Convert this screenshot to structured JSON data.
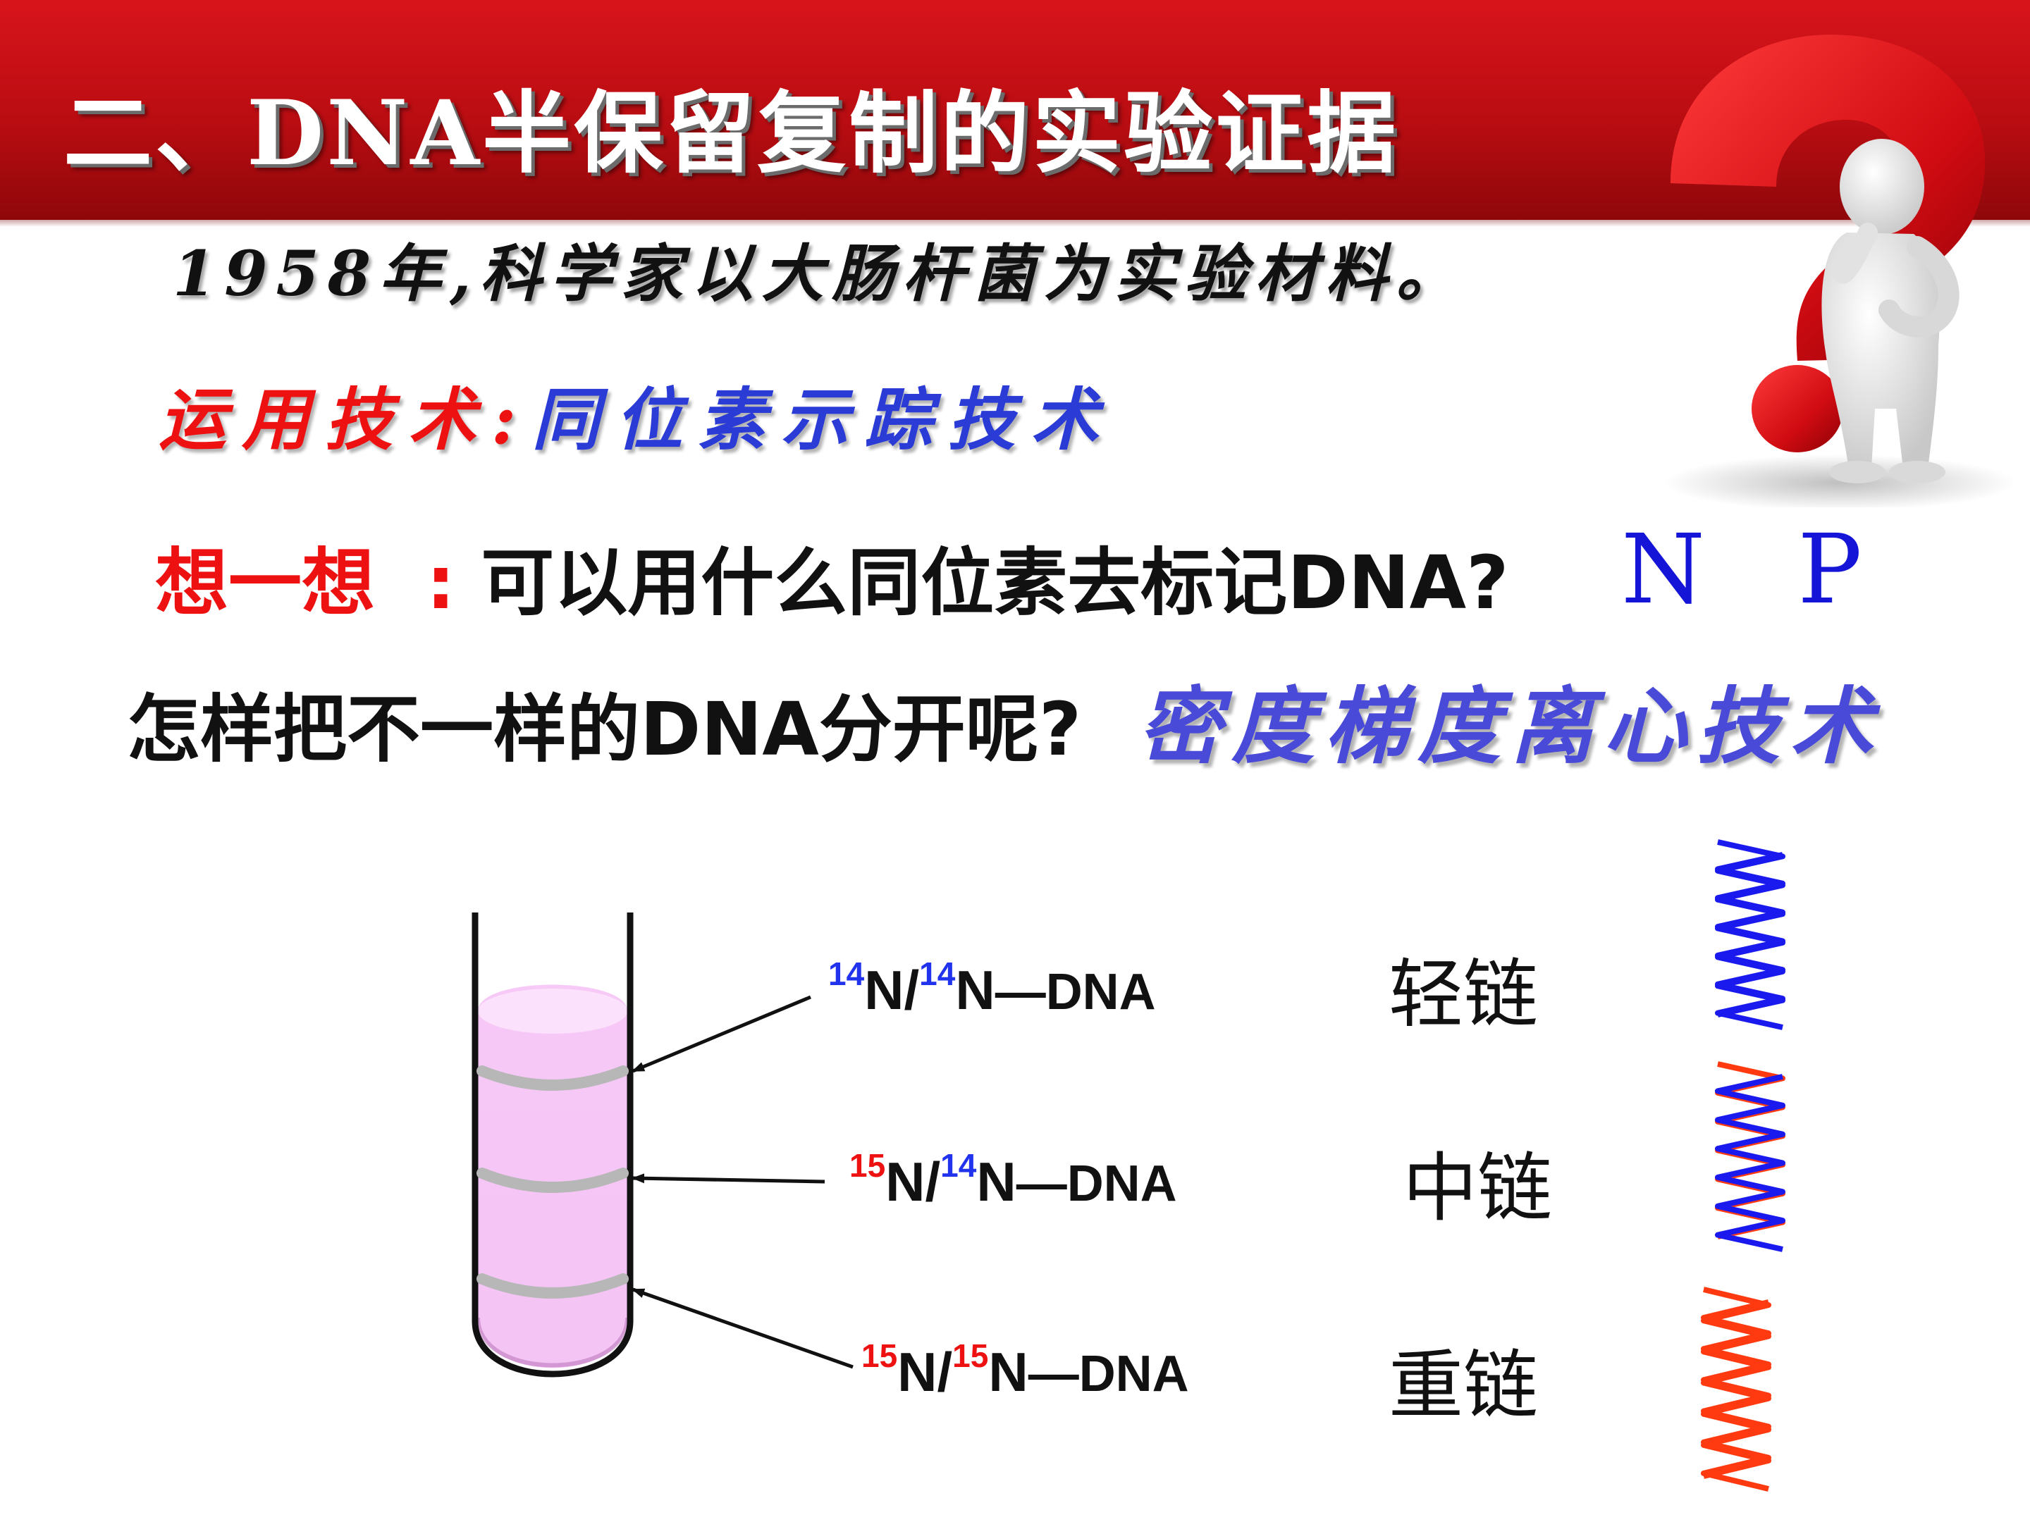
{
  "title": "二、DNA半保留复制的实验证据",
  "intro": "1958年,科学家以大肠杆菌为实验材料。",
  "technique": {
    "label": "运用技术:",
    "value": "同位素示踪技术"
  },
  "question1": {
    "prompt": "想一想",
    "separator": ":",
    "text": "可以用什么同位素去标记DNA?",
    "answer": "N P"
  },
  "question2": {
    "text": "怎样把不一样的DNA分开呢?",
    "answer": "密度梯度离心技术"
  },
  "bands": [
    {
      "sup1": "14",
      "n1": "N/",
      "sup2": "14",
      "n2": "N",
      "dna": "—DNA",
      "chain": "轻链"
    },
    {
      "sup1": "15",
      "n1": "N/",
      "sup2": "14",
      "n2": "N",
      "dna": "—DNA",
      "chain": "中链"
    },
    {
      "sup1": "15",
      "n1": "N/",
      "sup2": "15",
      "n2": "N",
      "dna": "—DNA",
      "chain": "重链"
    }
  ],
  "colors": {
    "banner": "#c4101a",
    "light_strand": "#1a1aee",
    "heavy_strand": "#ff3a10",
    "tube_fill": "#f6c8f6"
  },
  "icons": {
    "decoration": "question-mark-figure-icon"
  }
}
